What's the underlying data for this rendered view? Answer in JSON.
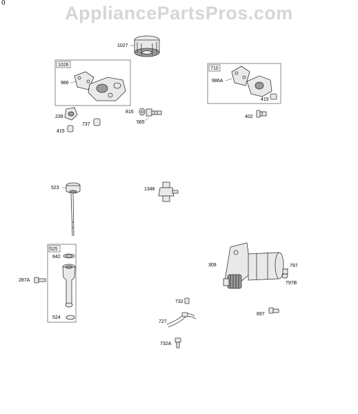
{
  "page": {
    "corner_mark": "0",
    "watermark": "AppliancePartsPros.com"
  },
  "labels": {
    "p1027": "1027",
    "p1026": "1026",
    "p986": "986",
    "p239": "239",
    "p737": "737",
    "p415a": "415",
    "p816": "816",
    "p565": "565",
    "p710": "710",
    "p986a": "986A",
    "p415b": "415",
    "p402": "402",
    "p523": "523",
    "p1346": "1346",
    "p525": "525",
    "p842": "842",
    "p287a": "287A",
    "p524": "524",
    "p309": "309",
    "p797": "797",
    "p797b": "797B",
    "p697": "697",
    "p732": "732",
    "p727": "727",
    "p732a": "732A"
  }
}
